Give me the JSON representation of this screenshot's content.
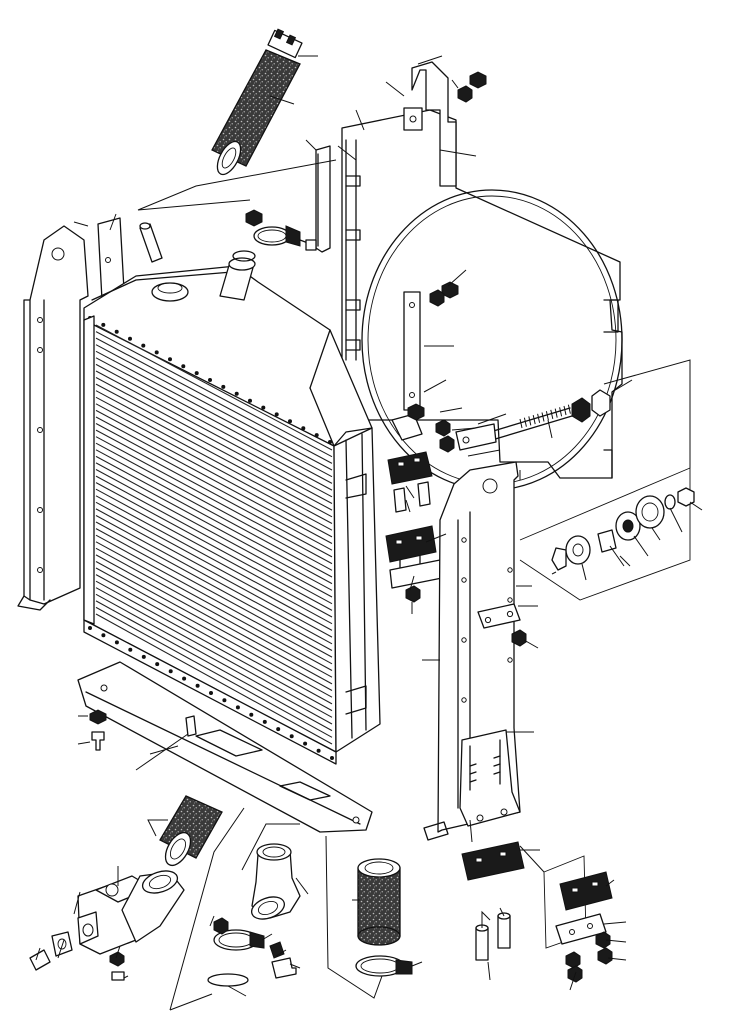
{
  "diagram": {
    "kind": "exploded-parts-view",
    "labels_printed": false,
    "parts": [
      {
        "name": "upper-radiator-hose",
        "icon": "hose-icon"
      },
      {
        "name": "fan-shroud",
        "icon": "shroud-icon"
      },
      {
        "name": "radiator-core",
        "icon": "radiator-icon"
      },
      {
        "name": "left-side-bracket",
        "icon": "bracket-icon"
      },
      {
        "name": "right-support-strut",
        "icon": "strut-icon"
      },
      {
        "name": "tie-rod",
        "icon": "rod-icon"
      },
      {
        "name": "bottom-cross-member",
        "icon": "beam-icon"
      },
      {
        "name": "lower-radiator-hose",
        "icon": "hose-icon"
      },
      {
        "name": "outlet-elbow",
        "icon": "elbow-icon"
      },
      {
        "name": "inlet-elbow",
        "icon": "elbow-icon"
      },
      {
        "name": "bypass-hose",
        "icon": "hose-icon"
      },
      {
        "name": "hose-clamp",
        "icon": "clamp-icon"
      },
      {
        "name": "rubber-mount-pad",
        "icon": "pad-icon"
      },
      {
        "name": "spacer-sleeve",
        "icon": "sleeve-icon"
      },
      {
        "name": "isolator-stack",
        "icon": "washer-icon"
      },
      {
        "name": "nut",
        "icon": "nut-icon"
      },
      {
        "name": "bolt",
        "icon": "bolt-icon"
      }
    ]
  }
}
